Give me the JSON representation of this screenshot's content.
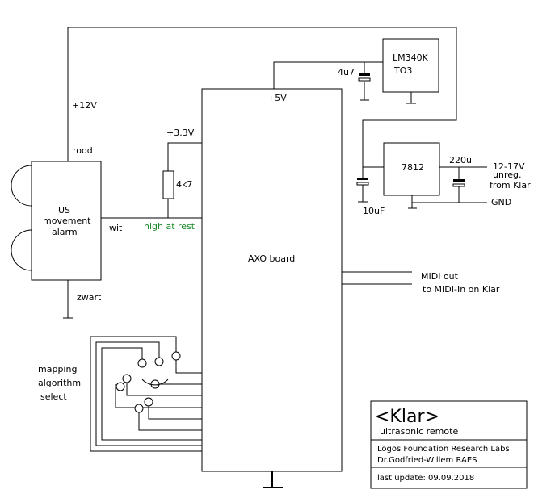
{
  "labels": {
    "v12": "+12V",
    "rood": "rood",
    "v33": "+3.3V",
    "v5": "+5V",
    "cap_4u7": "4u7",
    "lm340k_line1": "LM340K",
    "lm340k_line2": "TO3",
    "reg_7812": "7812",
    "cap_220u": "220u",
    "supply_line1": "12-17V",
    "supply_line2": "unreg.",
    "supply_line3": "from Klar",
    "gnd": "GND",
    "cap_10uf": "10uF",
    "resistor_4k7": "4k7",
    "us_line1": "US",
    "us_line2": "movement",
    "us_line3": "alarm",
    "wit": "wit",
    "high_at_rest": "high at rest",
    "zwart": "zwart",
    "axo_board": "AXO board",
    "midi_out": "MIDI out",
    "midi_in": "to MIDI-In on Klar",
    "mapping_line1": "mapping",
    "mapping_line2": "algorithm",
    "mapping_line3": "select"
  },
  "title_block": {
    "title": "<Klar>",
    "subtitle": "ultrasonic remote",
    "org": "Logos Foundation Research Labs",
    "author": "Dr.Godfried-Willem RAES",
    "last_update_label": "last update:",
    "last_update_date": "09.09.2018"
  },
  "colors": {
    "green_note": "#1a8a2a"
  }
}
